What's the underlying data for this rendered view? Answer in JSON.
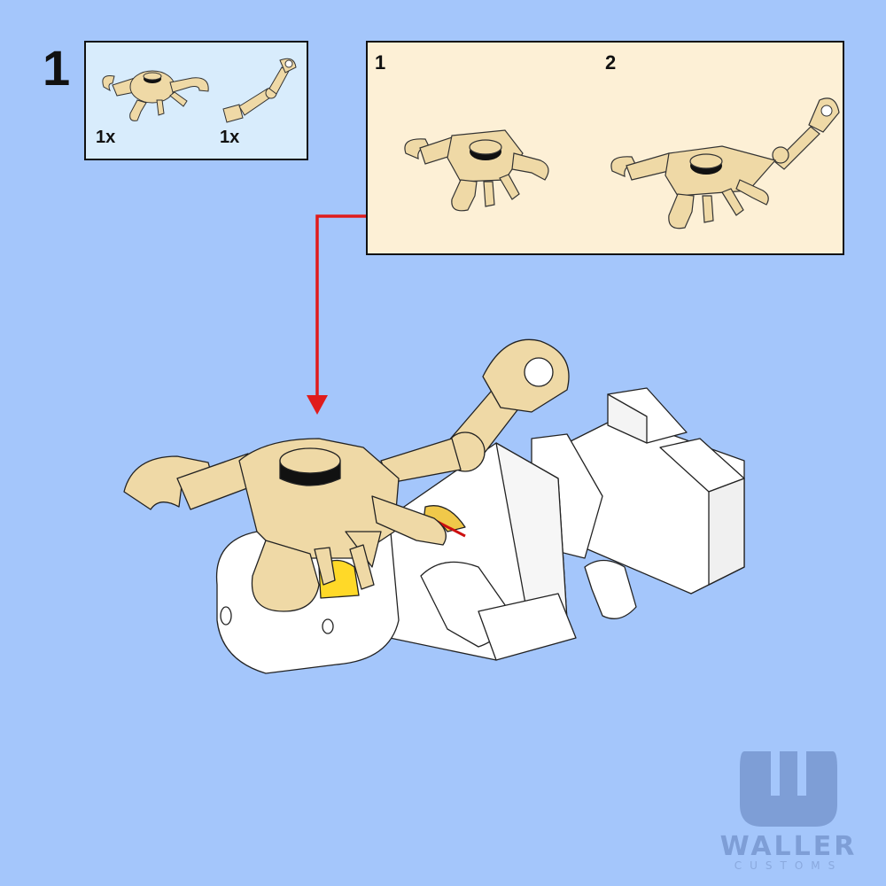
{
  "step": {
    "number": "1"
  },
  "parts_list": {
    "items": [
      {
        "name": "crab-part",
        "quantity": "1x"
      },
      {
        "name": "arm-part",
        "quantity": "1x"
      }
    ]
  },
  "sub_assembly": {
    "steps": [
      {
        "label": "1"
      },
      {
        "label": "2"
      }
    ]
  },
  "colors": {
    "background": "#a4c6fb",
    "parts_box": "#d8ecfc",
    "sub_box": "#fdf0d6",
    "tan": "#efd9a6",
    "arrow": "#e01b1b"
  },
  "branding": {
    "logo_text": "WALLER",
    "logo_sub": "CUSTOMS"
  }
}
